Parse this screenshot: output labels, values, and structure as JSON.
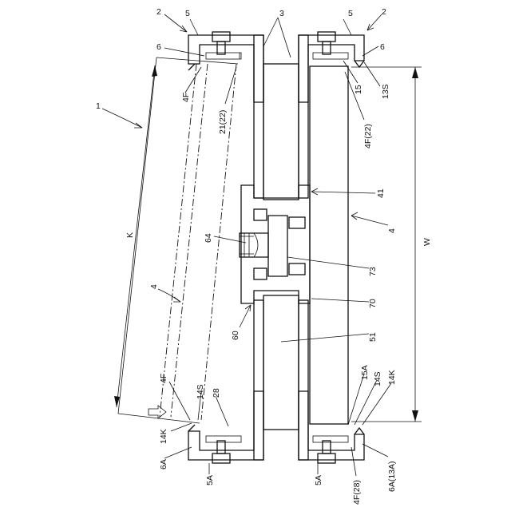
{
  "labels": {
    "l2_left": "2",
    "l5_left": "5",
    "l3": "3",
    "l5_right": "5",
    "l2_right": "2",
    "l6_left": "6",
    "l6_right": "6",
    "l4F_top": "4F",
    "l21_22": "21(22)",
    "l15": "15",
    "l13S": "13S",
    "l4F_22": "4F(22)",
    "l1": "1",
    "l41": "41",
    "lK": "K",
    "l4_right": "4",
    "l64": "64",
    "lW": "W",
    "l73": "73",
    "l4_left": "4",
    "l70": "70",
    "l60": "60",
    "l51": "51",
    "l4F_bottom": "4F",
    "l15A": "15A",
    "l14S_right": "14S",
    "l14K_right": "14K",
    "l14S_left": "14S",
    "l28": "28",
    "l14K_left": "14K",
    "l6A": "6A",
    "l5A_left": "5A",
    "l5A_right": "5A",
    "l4F_28": "4F(28)",
    "l6A_13A": "6A(13A)"
  }
}
